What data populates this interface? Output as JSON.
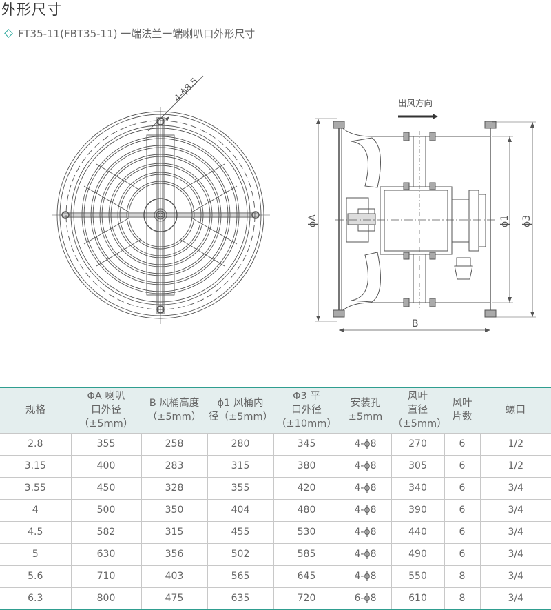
{
  "header": {
    "title": "外形尺寸",
    "subtitle": "FT35-11(FBT35-11) 一端法兰一端喇叭口外形尺寸",
    "bullet_icon": "diamond-outline-icon",
    "accent_color": "#2f9e90"
  },
  "front_view": {
    "hole_label": "4-ϕ8.5"
  },
  "side_view": {
    "airflow_label": "出风方向",
    "dim_A": "ϕA",
    "dim_B": "B",
    "dim_1": "ϕ1",
    "dim_3": "ϕ3"
  },
  "table": {
    "headers": [
      [
        "规格"
      ],
      [
        "ΦA 喇叭",
        "口外径",
        "（±5mm）"
      ],
      [
        "B 风桶高度",
        "（±5mm）"
      ],
      [
        "ϕ1 风桶内",
        "径（±5mm）"
      ],
      [
        "Φ3 平",
        "口外径",
        "（±10mm）"
      ],
      [
        "安装孔",
        "±5mm"
      ],
      [
        "风叶",
        "直径",
        "（±5mm）"
      ],
      [
        "风叶",
        "片数"
      ],
      [
        "螺口"
      ]
    ],
    "rows": [
      [
        "2.8",
        "355",
        "258",
        "280",
        "345",
        "4-ϕ8",
        "270",
        "6",
        "1/2"
      ],
      [
        "3.15",
        "400",
        "283",
        "315",
        "380",
        "4-ϕ8",
        "305",
        "6",
        "1/2"
      ],
      [
        "3.55",
        "450",
        "328",
        "355",
        "420",
        "4-ϕ8",
        "340",
        "6",
        "3/4"
      ],
      [
        "4",
        "500",
        "350",
        "404",
        "480",
        "4-ϕ8",
        "390",
        "6",
        "3/4"
      ],
      [
        "4.5",
        "582",
        "315",
        "455",
        "530",
        "4-ϕ8",
        "440",
        "6",
        "3/4"
      ],
      [
        "5",
        "630",
        "356",
        "502",
        "585",
        "4-ϕ8",
        "490",
        "6",
        "3/4"
      ],
      [
        "5.6",
        "710",
        "403",
        "565",
        "645",
        "4-ϕ8",
        "550",
        "8",
        "3/4"
      ],
      [
        "6.3",
        "800",
        "475",
        "635",
        "720",
        "6-ϕ8",
        "610",
        "8",
        "3/4"
      ]
    ]
  }
}
